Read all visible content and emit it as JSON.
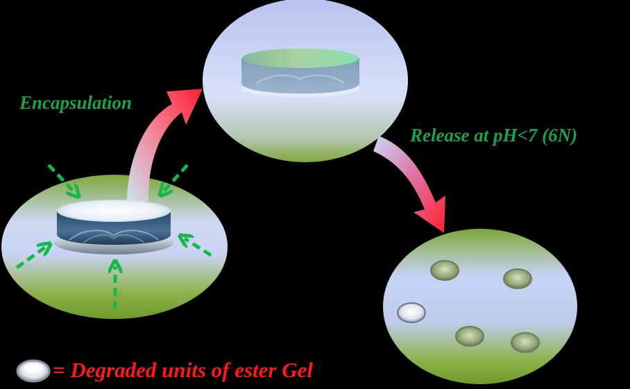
{
  "labels": {
    "encapsulation": "Encapsulation",
    "release": "Release at pH<7 (6N)"
  },
  "legend": {
    "text": "= Degraded units of ester Gel",
    "icon": "degraded-unit-icon"
  },
  "colors": {
    "background": "#000000",
    "label_green": "#1aa34a",
    "legend_red": "#ff1a1a",
    "arrow_red": "#ff1f2e",
    "dashed_arrow_green": "#16b84a",
    "bubble_green": "#7fa83a",
    "bubble_blue": "#c9d4f2"
  },
  "icons": [
    "dashed-inward-arrow-icon",
    "curved-arrow-icon",
    "gel-disc-icon",
    "degraded-unit-icon"
  ]
}
